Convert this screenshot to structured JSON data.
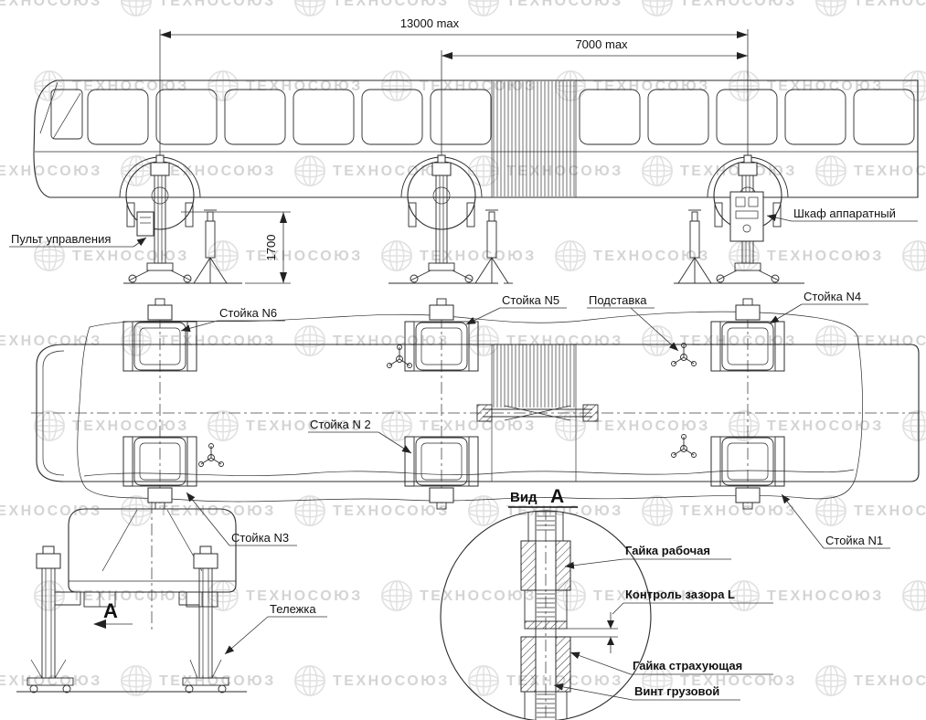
{
  "watermark": {
    "text": "ТЕХНОСОЮЗ"
  },
  "dimensions": {
    "overall_length": "13000 max",
    "section_length": "7000 max",
    "column_height": "1700"
  },
  "labels": {
    "control_panel": "Пульт управления",
    "equipment_cabinet": "Шкаф аппаратный",
    "column_n6": "Стойка N6",
    "column_n5": "Стойка N5",
    "stand": "Подставка",
    "column_n4": "Стойка N4",
    "column_n2": "Стойка N 2",
    "column_n3": "Стойка N3",
    "column_n1": "Стойка N1",
    "trolley": "Тележка",
    "view_marker": "А"
  },
  "detail": {
    "title_prefix": "Вид",
    "title_letter": "А",
    "working_nut": "Гайка рабочая",
    "gap_control": "Контроль зазора  L",
    "safety_nut": "Гайка страхующая",
    "load_screw": "Винт грузовой"
  }
}
